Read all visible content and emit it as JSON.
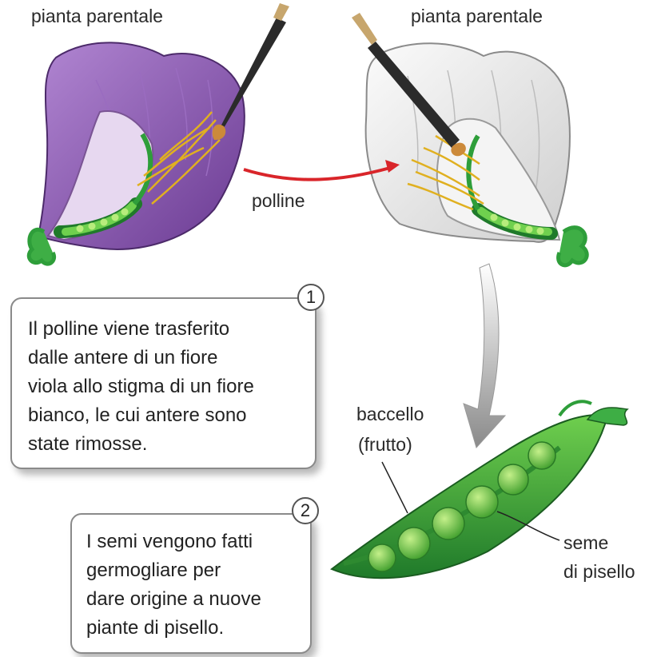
{
  "labels": {
    "parent_left": "pianta parentale",
    "parent_right": "pianta parentale",
    "pollen": "polline",
    "pod": "baccello",
    "fruit": "(frutto)",
    "seed_line1": "seme",
    "seed_line2": "di pisello"
  },
  "steps": [
    {
      "number": "1",
      "lines": [
        "Il polline viene trasferito",
        "dalle antere di un fiore",
        "viola allo stigma di un fiore",
        "bianco, le cui antere sono",
        "state rimosse."
      ]
    },
    {
      "number": "2",
      "lines": [
        "I semi vengono fatti",
        "germogliare per",
        "dare origine a nuove",
        "piante di pisello."
      ]
    }
  ],
  "colors": {
    "purple_petal": "#8a55b0",
    "white_petal": "#ececec",
    "stem_green": "#2e9e3a",
    "pollen_yellow": "#e0b020",
    "arrow_red": "#d9252a",
    "arrow_gray": "#8f8f8f"
  }
}
